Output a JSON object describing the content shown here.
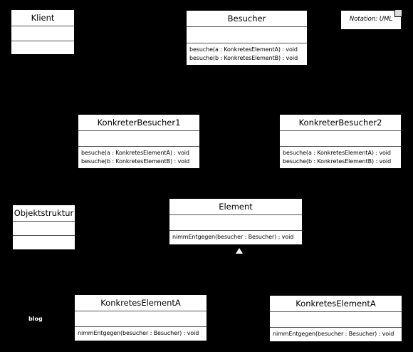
{
  "note": {
    "text": "Notation: UML"
  },
  "classes": {
    "klient": {
      "name": "Klient",
      "ops": []
    },
    "besucher": {
      "name": "Besucher",
      "ops": [
        "besuche(a : KonkretesElementA) : void",
        "besuche(b : KonkretesElementB) : void"
      ]
    },
    "konkreter_besucher1": {
      "name": "KonkreterBesucher1",
      "ops": [
        "besuche(a : KonkretesElementA) : void",
        "besuche(b : KonkretesElementB) : void"
      ]
    },
    "konkreter_besucher2": {
      "name": "KonkreterBesucher2",
      "ops": [
        "besuche(a : KonkretesElementA) : void",
        "besuche(b : KonkretesElementB) : void"
      ]
    },
    "objektstruktur": {
      "name": "Objektstruktur",
      "ops": []
    },
    "element": {
      "name": "Element",
      "ops": [
        "nimmEntgegen(besucher : Besucher) : void"
      ]
    },
    "konkretes_element_a1": {
      "name": "KonkretesElementA",
      "ops": [
        "nimmEntgegen(besucher : Besucher) : void"
      ]
    },
    "konkretes_element_a2": {
      "name": "KonkretesElementA",
      "ops": [
        "nimmEntgegen(besucher : Besucher) : void"
      ]
    }
  },
  "watermark": {
    "text": "blog"
  }
}
